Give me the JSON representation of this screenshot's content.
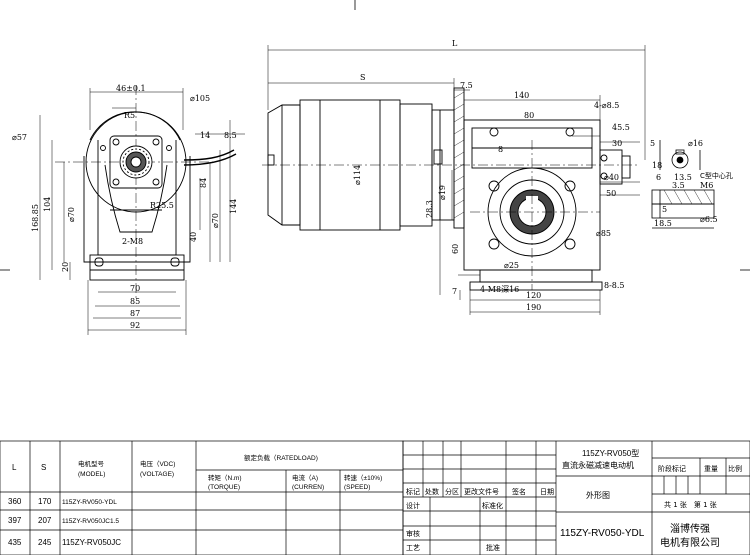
{
  "left_view": {
    "dims": {
      "d46": "46±0.1",
      "r5": "R5",
      "d105": "⌀105",
      "d57": "⌀57",
      "d168": "168.85",
      "d104": "104",
      "d70a": "⌀70",
      "d20": "20",
      "r25": "R25.5",
      "dm8": "2-M8",
      "d40": "40",
      "d70b": "⌀70",
      "d84": "84",
      "d144": "144",
      "d14": "14",
      "d85s": "8.5",
      "w70": "70",
      "w85": "85",
      "w87": "87",
      "w92": "92"
    }
  },
  "front_view": {
    "dims": {
      "L": "L",
      "S": "S",
      "d7_5": "7.5",
      "d140": "140",
      "d4_8_5": "4-⌀8.5",
      "d80": "80",
      "d8_001": "8",
      "d45_5": "45.5",
      "d30": "30",
      "d114": "⌀114",
      "d40b": "⌀40",
      "d50": "50",
      "d28_3": "28.3",
      "d19": "⌀19",
      "d6": "6",
      "d85c": "⌀85",
      "d60": "60",
      "d7": "7",
      "d4m8": "4-M8深16",
      "d25": "⌀25",
      "d8_8_5": "8-8.5",
      "d120": "120",
      "d190": "190"
    }
  },
  "shaft_detail": {
    "dims": {
      "d5": "5",
      "d16": "⌀16",
      "d18": "18",
      "d13_5": "13.5",
      "c_type": "C型中心孔",
      "m6": "M6",
      "d3_5": "3.5",
      "d5b": "5",
      "d18_5": "18.5",
      "d6_5": "⌀6.5"
    }
  },
  "spec_table": {
    "headers": {
      "L": "L",
      "S": "S",
      "model_cn": "电机型号",
      "model_en": "(MODEL)",
      "voltage_cn": "电压（VDC)",
      "voltage_en": "(VOLTAGE)",
      "rated_load": "额定负载（RATEDLOAD)",
      "torque_cn": "转矩（N.m)",
      "torque_en": "(TORQUE)",
      "current_cn": "电流（A)",
      "current_en": "(CURREN)",
      "speed_cn": "转速（±10%)",
      "speed_en": "(SPEED)"
    },
    "rows": [
      {
        "L": "360",
        "S": "170",
        "model": "115ZY-RV050-YDL"
      },
      {
        "L": "397",
        "S": "207",
        "model": "115ZY-RV050JC1.5"
      },
      {
        "L": "435",
        "S": "245",
        "model": "115ZY-RV050JC"
      }
    ]
  },
  "title_block": {
    "title_model": "115ZY-RV050型",
    "title_desc": "直流永磁减速电动机",
    "drawing_name": "外形图",
    "drawing_no": "115ZY-RV050-YDL",
    "company_1": "淄博传强",
    "company_2": "电机有限公司",
    "stage_mark": "阶段标记",
    "weight": "重量",
    "ratio": "比例",
    "sheets": "共 1 张　第 1 张",
    "rev_mark": "标记",
    "rev_count": "处数",
    "rev_zone": "分区",
    "rev_doc": "更改文件号",
    "rev_sign": "签名",
    "rev_date": "日期",
    "design": "设计",
    "standard": "标准化",
    "review": "审核",
    "process": "工艺",
    "approve": "批准"
  }
}
